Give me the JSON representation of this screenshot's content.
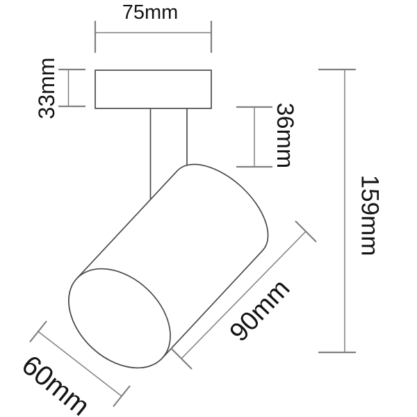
{
  "figure": {
    "kind": "technical dimension drawing",
    "units": "mm"
  },
  "dimensions": {
    "plate_width": "75mm",
    "plate_thickness": "33mm",
    "stem_length": "36mm",
    "overall_height": "159mm",
    "body_length": "90mm",
    "body_diameter": "60mm"
  },
  "colors": {
    "background": "#ffffff",
    "outline": "#4a4a4a",
    "dimension_line": "#7f7f7f",
    "label_text": "#141414"
  }
}
